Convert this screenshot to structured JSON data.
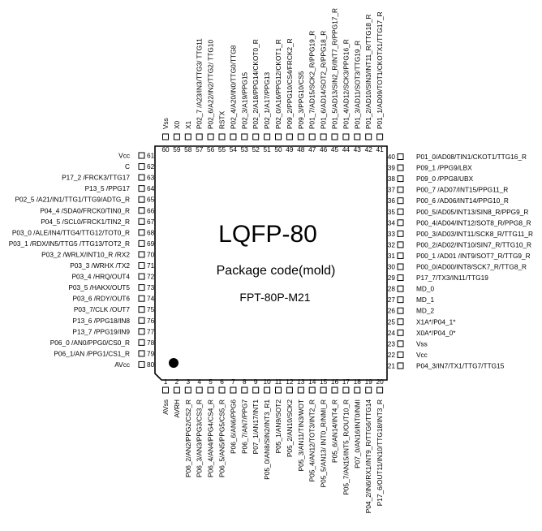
{
  "package": {
    "title": "LQFP-80",
    "code_label": "Package code(mold)",
    "code": "FPT-80P-M21"
  },
  "pins_left": [
    {
      "num": "61",
      "label": "Vcc"
    },
    {
      "num": "62",
      "label": "C"
    },
    {
      "num": "63",
      "label": "P17_2 /FRCK3/TTG17"
    },
    {
      "num": "64",
      "label": "P13_5 /PPG17"
    },
    {
      "num": "65",
      "label": "P02_5 /A21/IN1/TTG1/TTG9/ADTG_R"
    },
    {
      "num": "66",
      "label": "P04_4 /SDA0/FRCK0/TIN0_R"
    },
    {
      "num": "67",
      "label": "P04_5 /SCL0/FRCK1/TIN2_R"
    },
    {
      "num": "68",
      "label": "P03_0 /ALE/IN4/TTG4/TTG12/TOT0_R"
    },
    {
      "num": "69",
      "label": "P03_1 /RDX/IN5/TTG5 /TTG13/TOT2_R"
    },
    {
      "num": "70",
      "label": "P03_2 /WRLX/INT10_R /RX2"
    },
    {
      "num": "71",
      "label": "P03_3 /WRHX /TX2"
    },
    {
      "num": "72",
      "label": "P03_4 /HRQ/OUT4"
    },
    {
      "num": "73",
      "label": "P03_5 /HAKX/OUT5"
    },
    {
      "num": "74",
      "label": "P03_6 /RDY/OUT6"
    },
    {
      "num": "75",
      "label": "P03_7/CLK /OUT7"
    },
    {
      "num": "76",
      "label": "P13_6 /PPG18/IN8"
    },
    {
      "num": "77",
      "label": "P13_7 /PPG19/IN9"
    },
    {
      "num": "78",
      "label": "P06_0 /AN0/PPG0/CS0_R"
    },
    {
      "num": "79",
      "label": "P06_1/AN /PPG1/CS1_R"
    },
    {
      "num": "80",
      "label": "AVcc"
    }
  ],
  "pins_right": [
    {
      "num": "40",
      "label": "P01_0/AD08/TIN1/CKOT1/TTG16_R"
    },
    {
      "num": "39",
      "label": "P09_1 /PPG9/LBX"
    },
    {
      "num": "38",
      "label": "P09_0 /PPG8/UBX"
    },
    {
      "num": "37",
      "label": "P00_7 /AD07/INT15/PPG11_R"
    },
    {
      "num": "36",
      "label": "P00_6 /AD06/INT14/PPG10_R"
    },
    {
      "num": "35",
      "label": "P00_5/AD05/INT13/SIN8_R/PPG9_R"
    },
    {
      "num": "34",
      "label": "P00_4/AD04/INT12/SOT8_R/PPG8_R"
    },
    {
      "num": "33",
      "label": "P00_3/AD03/INT11/SCK8_R/TTG11_R"
    },
    {
      "num": "32",
      "label": "P00_2/AD02/INT10/SIN7_R/TTG10_R"
    },
    {
      "num": "31",
      "label": "P00_1 /AD01 /INT9/SOT7_R/TTG9_R"
    },
    {
      "num": "30",
      "label": "P00_0/AD00/INT8/SCK7_R/TTG8_R"
    },
    {
      "num": "29",
      "label": "P17_7/TX3/IN11/TTG19"
    },
    {
      "num": "28",
      "label": "MD_0"
    },
    {
      "num": "27",
      "label": "MD_1"
    },
    {
      "num": "26",
      "label": "MD_2"
    },
    {
      "num": "25",
      "label": "X1A*/P04_1*"
    },
    {
      "num": "24",
      "label": "X0A*/P04_0*"
    },
    {
      "num": "23",
      "label": "Vss"
    },
    {
      "num": "22",
      "label": "Vcc"
    },
    {
      "num": "21",
      "label": "P04_3/IN7/TX1/TTG7/TTG15"
    }
  ],
  "pins_top": [
    {
      "num": "60",
      "label": "Vss"
    },
    {
      "num": "59",
      "label": "X0"
    },
    {
      "num": "58",
      "label": "X1"
    },
    {
      "num": "57",
      "label": "P02_7 /A23/IN3/TTG3/ TTG11"
    },
    {
      "num": "56",
      "label": "P02_6/A22/IN2/TTG2/ TTG10"
    },
    {
      "num": "55",
      "label": "RSTX"
    },
    {
      "num": "54",
      "label": "P02_4/A20/IN0/TTG0/TTG8"
    },
    {
      "num": "53",
      "label": "P02_3/A19/PPG15"
    },
    {
      "num": "52",
      "label": "P02_2/A18/PPG14/CKOT0_R"
    },
    {
      "num": "51",
      "label": "P02_1/A17/PPG13"
    },
    {
      "num": "50",
      "label": "P02_0/A16/PPG12/CKOT1_R"
    },
    {
      "num": "49",
      "label": "P09_2/PPG10/CS4/FRCK2_R"
    },
    {
      "num": "48",
      "label": "P09_3/PPG10/CS5"
    },
    {
      "num": "47",
      "label": "P01_7/AD15/SCK2_R/PPG19_R"
    },
    {
      "num": "46",
      "label": "P01_6/AD14/SOT2_R/PPG18_R"
    },
    {
      "num": "45",
      "label": "P01_5/AD13/SIN2_R/INT7_R/PPG17_R"
    },
    {
      "num": "44",
      "label": "P01_4/AD12/SCK3/PPG16_R"
    },
    {
      "num": "43",
      "label": "P01_3/AD11/SOT3/TTG19_R"
    },
    {
      "num": "42",
      "label": "P01_2/AD10/SIN3/INT11_R/TTG18_R"
    },
    {
      "num": "41",
      "label": "P01_1/AD09/TOT1/CKOTX1/TTG17_R"
    }
  ],
  "pins_bottom": [
    {
      "num": "1",
      "label": "AVss"
    },
    {
      "num": "2",
      "label": "AVRH"
    },
    {
      "num": "3",
      "label": "P06_2/AN2/PPG2/CS2_R"
    },
    {
      "num": "4",
      "label": "P06_3/AN3/PPG3/CS3_R"
    },
    {
      "num": "5",
      "label": "P06_4/AN4/PPG4/CS4_R"
    },
    {
      "num": "6",
      "label": "P06_5/AN5/PPG5/CS5_R"
    },
    {
      "num": "7",
      "label": "P06_6/AN6/PPG6"
    },
    {
      "num": "8",
      "label": "P06_7/AN7/PPG7"
    },
    {
      "num": "9",
      "label": "P07_1/AN17/INT1"
    },
    {
      "num": "10",
      "label": "P05_0/AN8/SIN2/INT3_R1"
    },
    {
      "num": "11",
      "label": "P05_1/AN9/SOT2"
    },
    {
      "num": "12",
      "label": "P05_2/AN10/SCK2"
    },
    {
      "num": "13",
      "label": "P05_3/AN11/TIN3/WOT"
    },
    {
      "num": "14",
      "label": "P05_4/AN12/TOT3/INT2_R"
    },
    {
      "num": "15",
      "label": "P05_5/AN13/ INT0_R/NMI_R"
    },
    {
      "num": "16",
      "label": "P05_6/AN14/INT4_R"
    },
    {
      "num": "17",
      "label": "P05_7/AN15/INT5_R/OUT10_R"
    },
    {
      "num": "18",
      "label": "P07_0/AN16/INT0/NMI"
    },
    {
      "num": "19",
      "label": "P04_2/IN6/RX1/INT9_R/TTG6/TTG14"
    },
    {
      "num": "20",
      "label": "P17_6/OUT11/IN10/TTG18/INT3_R"
    }
  ]
}
